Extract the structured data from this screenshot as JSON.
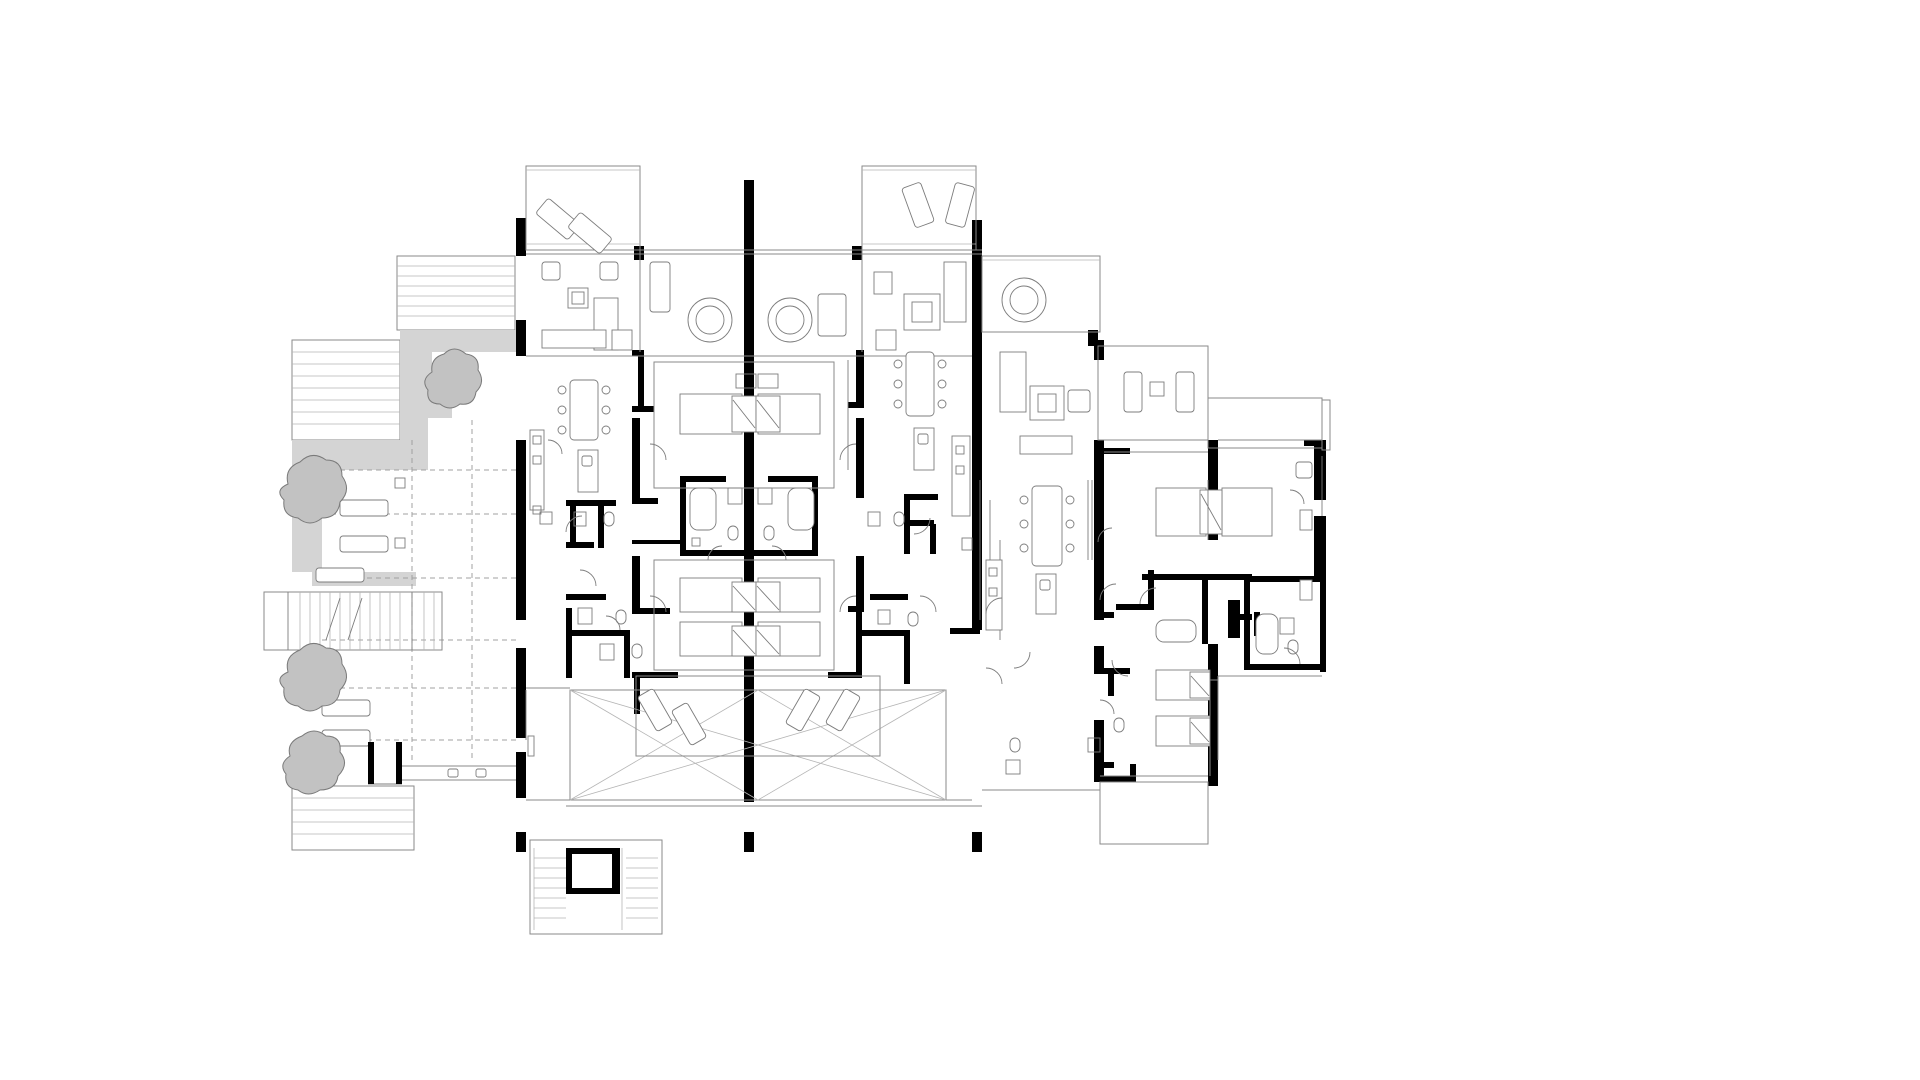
{
  "drawing": {
    "kind": "architectural-floor-plan",
    "label_text": [],
    "colors": {
      "background": "#ffffff",
      "walls": "#000000",
      "thin_lines": "#8a8a8a",
      "paving": "#d4d4d4",
      "trees": "#c2c2c2"
    },
    "units_visible": 5,
    "trees_visible": 4
  }
}
